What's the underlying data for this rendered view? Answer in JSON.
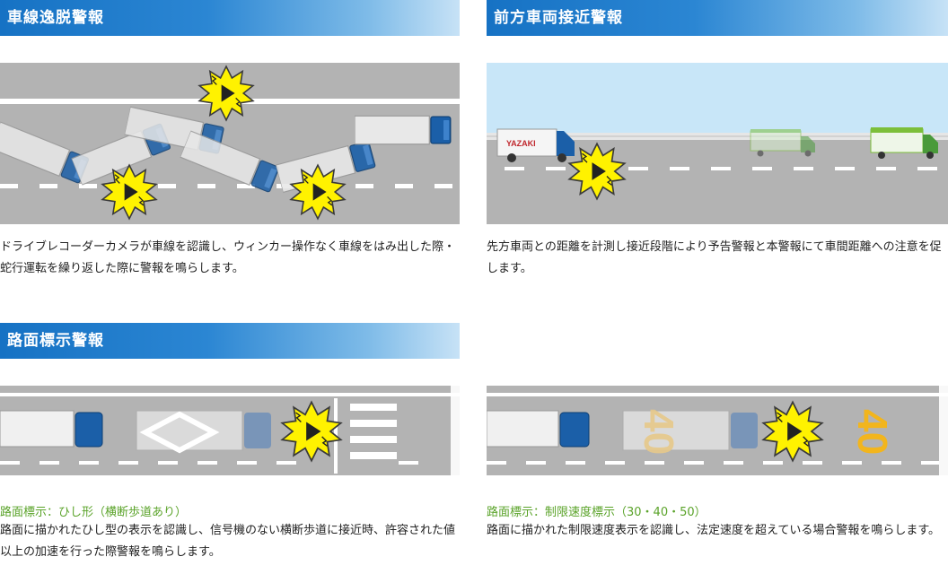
{
  "sections": [
    {
      "title": "車線逸脱警報",
      "description": "ドライブレコーダーカメラが車線を認識し、ウィンカー操作なく車線をはみ出した際・蛇行運転を繰り返した際に警報を鳴らします。"
    },
    {
      "title": "前方車両接近警報",
      "description": "先方車両との距離を計測し接近段階により予告警報と本警報にて車間距離への注意を促します。",
      "truck_logo": "YAZAKI"
    },
    {
      "title": "路面標示警報",
      "caption": "路面標示：ひし形（横断歩道あり）",
      "description": "路面に描かれたひし型の表示を認識し、信号機のない横断歩道に接近時、許容された値以上の加速を行った際警報を鳴らします。"
    },
    {
      "caption": "路面標示：制限速度標示（30・40・50）",
      "description": "路面に描かれた制限速度表示を認識し、法定速度を超えている場合警報を鳴らします。",
      "road_marking_faded": "40",
      "road_marking": "40"
    }
  ],
  "colors": {
    "header": "#1672c4",
    "caption": "#5aa329",
    "road": "#b3b3b3",
    "alert": "#fff200",
    "cab": "#1b5fa8",
    "sky": "#c8e6f8"
  }
}
